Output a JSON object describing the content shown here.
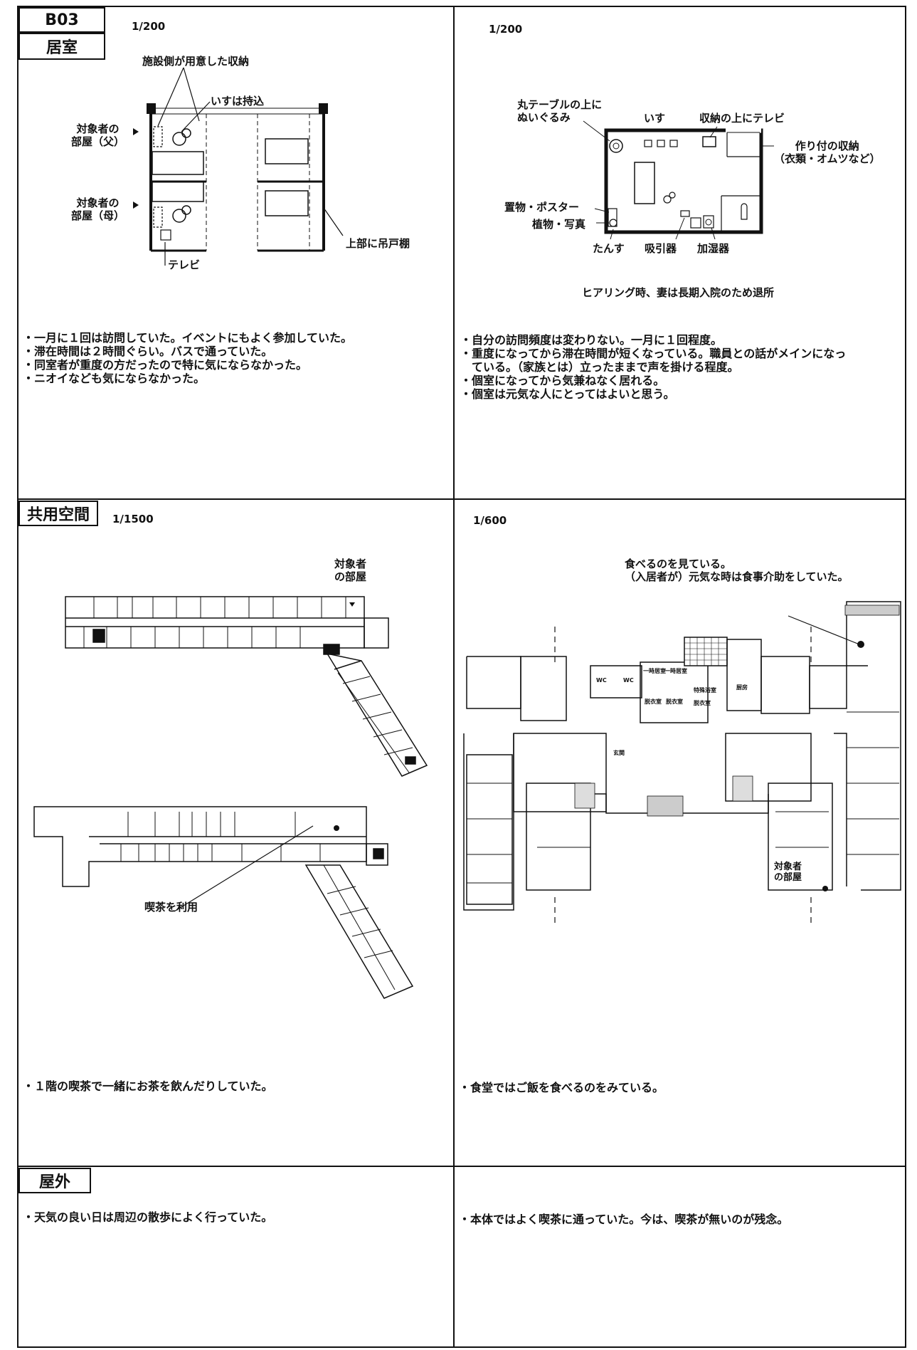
{
  "header": {
    "id": "B03"
  },
  "sections": {
    "room": {
      "label": "居室"
    },
    "common": {
      "label": "共用空間"
    },
    "outdoor": {
      "label": "屋外"
    }
  },
  "scales": {
    "room_left": "1/200",
    "room_right": "1/200",
    "common_left": "1/1500",
    "common_right": "1/600"
  },
  "room_left_plan": {
    "storage": "施設側が用意した収納",
    "chair": "いすは持込",
    "father_1": "対象者の",
    "father_2": "部屋（父）",
    "mother_1": "対象者の",
    "mother_2": "部屋（母）",
    "tv": "テレビ",
    "upper_shelf": "上部に吊戸棚"
  },
  "room_right_plan": {
    "plush_1": "丸テーブルの上に",
    "plush_2": "ぬいぐるみ",
    "chair": "いす",
    "tv_on_storage": "収納の上にテレビ",
    "builtin_1": "作り付の収納",
    "builtin_2": "（衣類・オムツなど）",
    "decor_1": "置物・ポスター",
    "decor_2": "植物・写真",
    "chest": "たんす",
    "suction": "吸引器",
    "humidifier": "加湿器",
    "hearing_note": "ヒアリング時、妻は長期入院のため退所"
  },
  "comments": {
    "room_left": [
      "・一月に１回は訪問していた。イベントにもよく参加していた。",
      "・滞在時間は２時間ぐらい。バスで通っていた。",
      "・同室者が重度の方だったので特に気にならなかった。",
      "・ニオイなども気にならなかった。"
    ],
    "room_right": [
      "・自分の訪問頻度は変わりない。一月に１回程度。",
      "・重度になってから滞在時間が短くなっている。職員との話がメインになっ",
      "　ている。（家族とは）立ったままで声を掛ける程度。",
      "・個室になってから気兼ねなく居れる。",
      "・個室は元気な人にとってはよいと思う。"
    ],
    "common_left": [
      "・１階の喫茶で一緒にお茶を飲んだりしていた。"
    ],
    "common_right": [
      "・食堂ではご飯を食べるのをみている。"
    ],
    "outdoor_left": [
      "・天気の良い日は周辺の散歩によく行っていた。"
    ],
    "outdoor_right": [
      "・本体ではよく喫茶に通っていた。今は、喫茶が無いのが残念。"
    ]
  },
  "common_left_plan": {
    "target_1": "対象者",
    "target_2": "の部屋",
    "cafe": "喫茶を利用"
  },
  "common_right_plan": {
    "note_1": "食べるのを見ている。",
    "note_2": "（入居者が）元気な時は食事介助をしていた。",
    "target_1": "対象者",
    "target_2": "の部屋",
    "room_labels": [
      "WC",
      "WC",
      "一時居室",
      "一時居室",
      "脱衣室",
      "脱衣室",
      "特殊浴室",
      "脱衣室",
      "厨房",
      "玄関"
    ]
  }
}
